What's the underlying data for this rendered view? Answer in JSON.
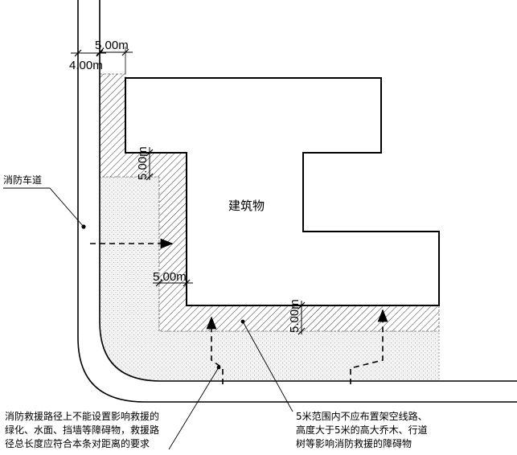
{
  "building": {
    "label": "建筑物"
  },
  "fire_lane": {
    "label": "消防车道"
  },
  "dimensions": {
    "top_setback": "5.00m",
    "lane_width": "4.00m",
    "inner_corner_vertical": "5.00m",
    "left_zone_width": "5.00m",
    "bottom_zone_depth": "5.00m"
  },
  "notes": {
    "obstacle_note": [
      "消防救援路径上不能设置影响救援的",
      "绿化、水面、挡墙等障碍物，救援路",
      "径总长度应符合本条对距离的要求"
    ],
    "overhead_note": [
      "5米范围内不应布置架空线路、",
      "高度大于5米的高大乔木、行道",
      "树等影响消防救援的障碍物"
    ]
  }
}
